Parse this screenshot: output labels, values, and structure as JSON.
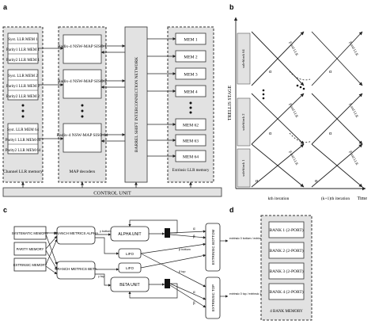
{
  "panels": {
    "a": {
      "letter": "a",
      "channel_mem": {
        "caption": "Channel LLR memory",
        "groups": [
          [
            "Syst. LLR MEM 1",
            "Parity1 LLR MEM 1",
            "Parity2 LLR MEM 1"
          ],
          [
            "Syst. LLR MEM 2",
            "Parity1 LLR MEM 2",
            "Parity2 LLR MEM 2"
          ],
          [
            "Syst. LLR MEM 64",
            "Parity1 LLR MEM 64",
            "Parity2 LLR MEM 64"
          ]
        ]
      },
      "map": {
        "caption": "MAP decoders",
        "decoders": [
          "Radix-4 NSW-MAP SISO 1",
          "Radix-4 NSW-MAP SISO 2",
          "Radix-4 NSW-MAP SISO 64"
        ]
      },
      "barrel": "BARREL SHIFT INTERCONNECTION NETWORK",
      "extrinsic": {
        "caption": "Extrinsic LLR memory",
        "mems": [
          "MEM 1",
          "MEM 2",
          "MEM 3",
          "MEM 4",
          "MEM 62",
          "MEM 63",
          "MEM 64"
        ]
      },
      "control_unit": "CONTROL UNIT"
    },
    "b": {
      "letter": "b",
      "ylabel": "TRELLIS STAGE",
      "sub_blocks": [
        "sub-block 64",
        "sub-block 2",
        "sub-block 1"
      ],
      "alpha": "α",
      "beta_label": "β and LLR",
      "xlabels": [
        "kth iteration",
        "(k+1)th iteration"
      ],
      "time": "Time"
    },
    "c": {
      "letter": "c",
      "memories": [
        "SYSTEMATIC MEMORY",
        "PARITY MEMORY",
        "EXTRINSIC MEMORY"
      ],
      "bm_alpha": "BRANCH METRICS ALPHA",
      "bm_beta": "BRANCH METRICS BETA",
      "alpha_unit": "ALPHA UNIT",
      "beta_unit": "BETA UNIT",
      "lifo": "LIFO",
      "ext_bottom": "EXTRINSIC BOTTOM",
      "ext_top": "EXTRINSIC TOP",
      "signals": {
        "gamma_bottom": "γ bottom",
        "gamma_top": "γ top",
        "alpha_sym": "α",
        "beta_sym": "β",
        "beta_bottom": "β bottom",
        "beta_top": "β top",
        "out_bottom": "extrinsic 0 bottom / extrinsic 1 bottom",
        "out_top": "extrinsic 0 top / extrinsic 1 top"
      }
    },
    "d": {
      "letter": "d",
      "banks": [
        "BANK 1 (2-PORT)",
        "BANK 2 (2-PORT)",
        "BANK 3 (2-PORT)",
        "BANK 4 (2-PORT)"
      ],
      "caption": "4 BANK MEMORY"
    }
  }
}
